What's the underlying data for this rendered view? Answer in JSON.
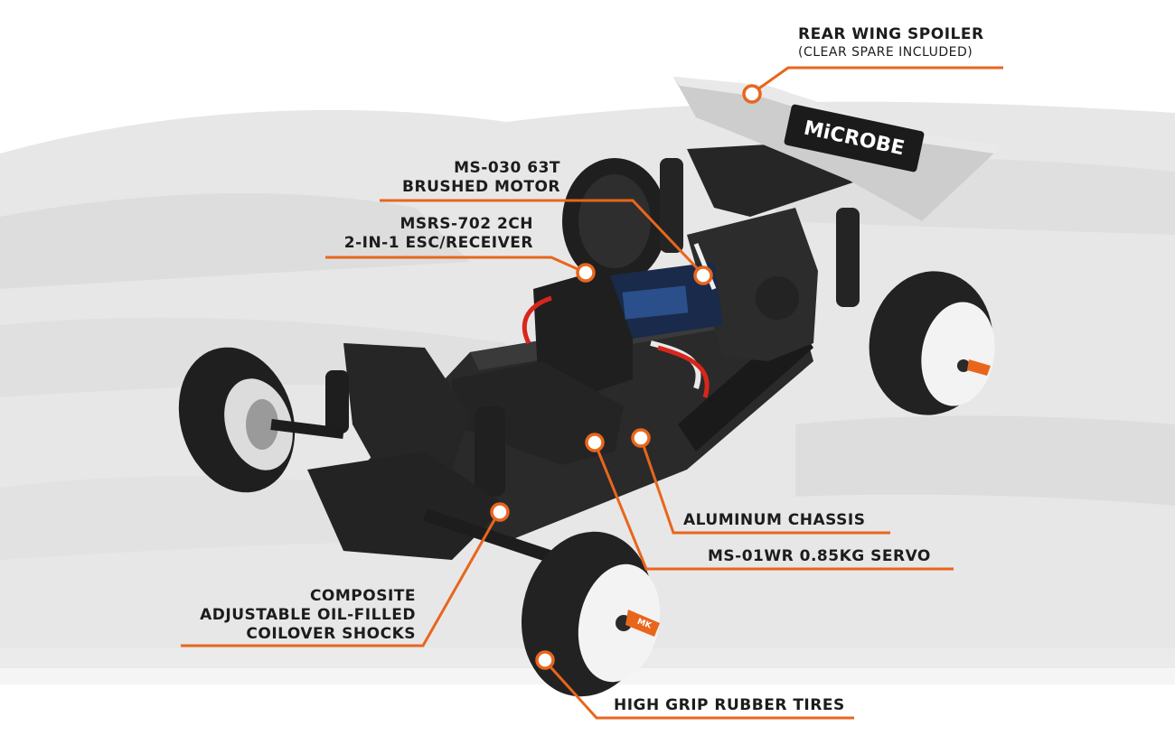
{
  "logo_text": "MiCROBE",
  "badge_text": "MK",
  "callouts": {
    "rear_wing": {
      "title": "REAR WING SPOILER",
      "subtitle": "(CLEAR SPARE INCLUDED)"
    },
    "motor": {
      "line1": "MS-030 63T",
      "line2": "BRUSHED MOTOR"
    },
    "esc": {
      "line1": "MSRS-702 2CH",
      "line2": "2-IN-1 ESC/RECEIVER"
    },
    "chassis": {
      "line1": "ALUMINUM CHASSIS"
    },
    "servo": {
      "line1": "MS-01WR 0.85KG SERVO"
    },
    "shocks": {
      "line1": "COMPOSITE",
      "line2": "ADJUSTABLE OIL-FILLED",
      "line3": "COILOVER SHOCKS"
    },
    "tires": {
      "line1": "HIGH GRIP RUBBER TIRES"
    }
  },
  "colors": {
    "accent": "#e8661c",
    "text": "#1c1c1c",
    "car_body": "#2b2b2b",
    "wing": "#c9c9c9",
    "wheel_white": "#f2f2f2",
    "brush": "#e4e4e4"
  }
}
